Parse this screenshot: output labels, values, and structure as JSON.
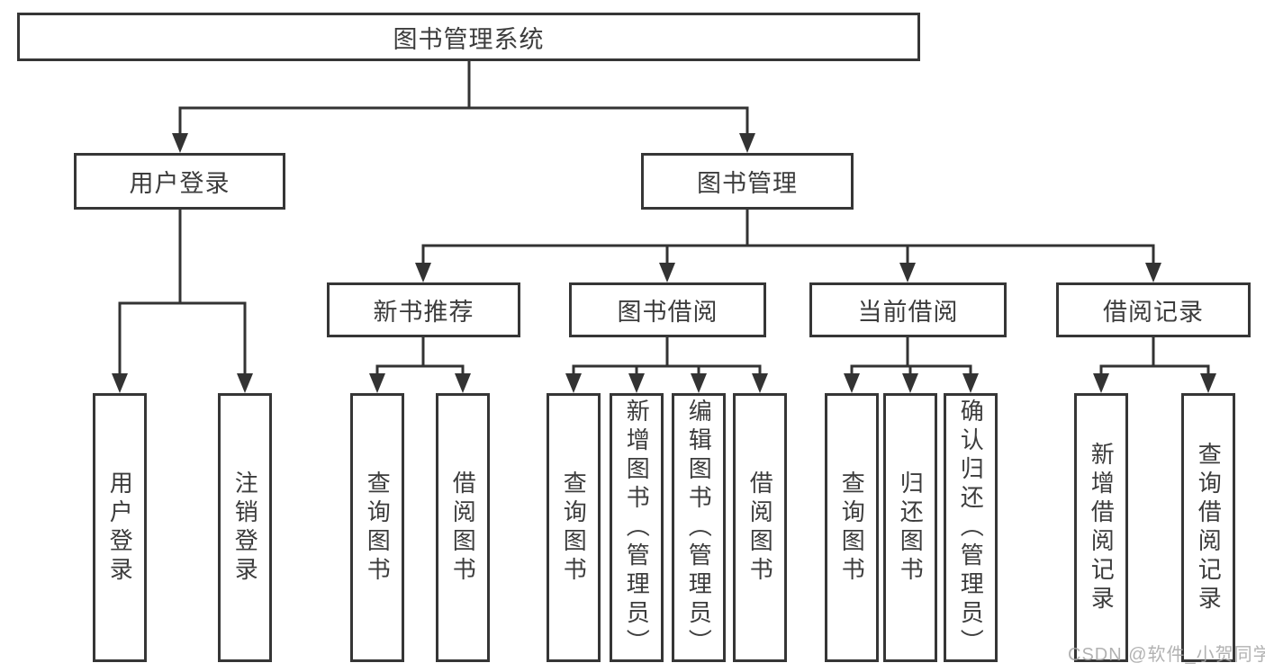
{
  "diagram": {
    "title": "图书管理系统",
    "root": {
      "label": "图书管理系统"
    },
    "level2": [
      {
        "label": "用户登录",
        "parent": "图书管理系统"
      },
      {
        "label": "图书管理",
        "parent": "图书管理系统"
      }
    ],
    "level3": [
      {
        "label": "新书推荐",
        "parent": "图书管理"
      },
      {
        "label": "图书借阅",
        "parent": "图书管理"
      },
      {
        "label": "当前借阅",
        "parent": "图书管理"
      },
      {
        "label": "借阅记录",
        "parent": "图书管理"
      }
    ],
    "leaves": [
      {
        "label": "用户登录",
        "parent": "用户登录"
      },
      {
        "label": "注销登录",
        "parent": "用户登录"
      },
      {
        "label": "查询图书",
        "parent": "新书推荐"
      },
      {
        "label": "借阅图书",
        "parent": "新书推荐"
      },
      {
        "label": "查询图书",
        "parent": "图书借阅"
      },
      {
        "label": "新增图书（管理员）",
        "parent": "图书借阅"
      },
      {
        "label": "编辑图书（管理员）",
        "parent": "图书借阅"
      },
      {
        "label": "借阅图书",
        "parent": "图书借阅"
      },
      {
        "label": "查询图书",
        "parent": "当前借阅"
      },
      {
        "label": "归还图书",
        "parent": "当前借阅"
      },
      {
        "label": "确认归还（管理员）",
        "parent": "当前借阅"
      },
      {
        "label": "新增借阅记录",
        "parent": "借阅记录"
      },
      {
        "label": "查询借阅记录",
        "parent": "借阅记录"
      }
    ],
    "watermark": "CSDN @软件_小贺同学",
    "colors": {
      "line": "#333333",
      "border": "#363636",
      "text": "#3c3c3c",
      "watermark": "#a5a5a5",
      "background": "#ffffff"
    }
  }
}
